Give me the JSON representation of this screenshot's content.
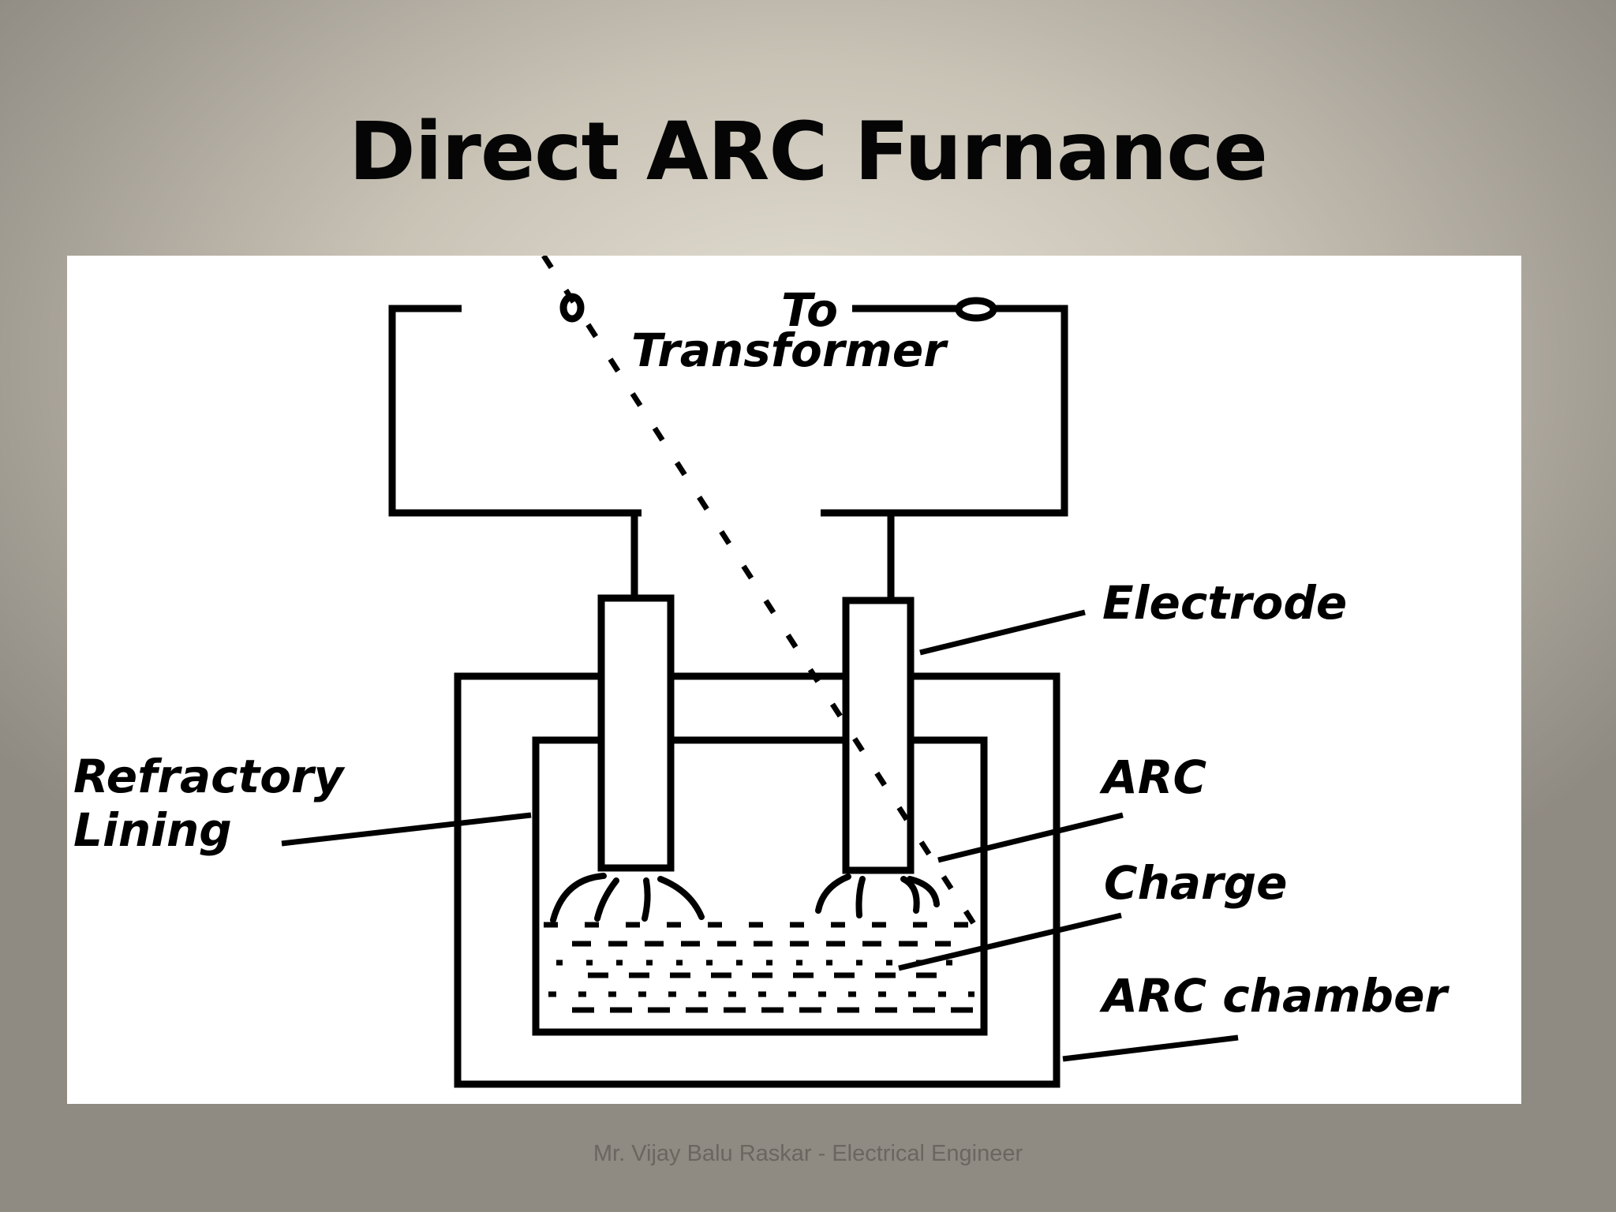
{
  "slide": {
    "title": "Direct ARC Furnance",
    "footer": "Mr. Vijay Balu Raskar - Electrical Engineer"
  },
  "diagram": {
    "labels": {
      "to": "To",
      "transformer": "Transformer",
      "electrode": "Electrode",
      "refractory": "Refractory",
      "lining": "Lining",
      "arc": "ARC",
      "charge": "Charge",
      "arc_chamber": "ARC chamber"
    }
  }
}
